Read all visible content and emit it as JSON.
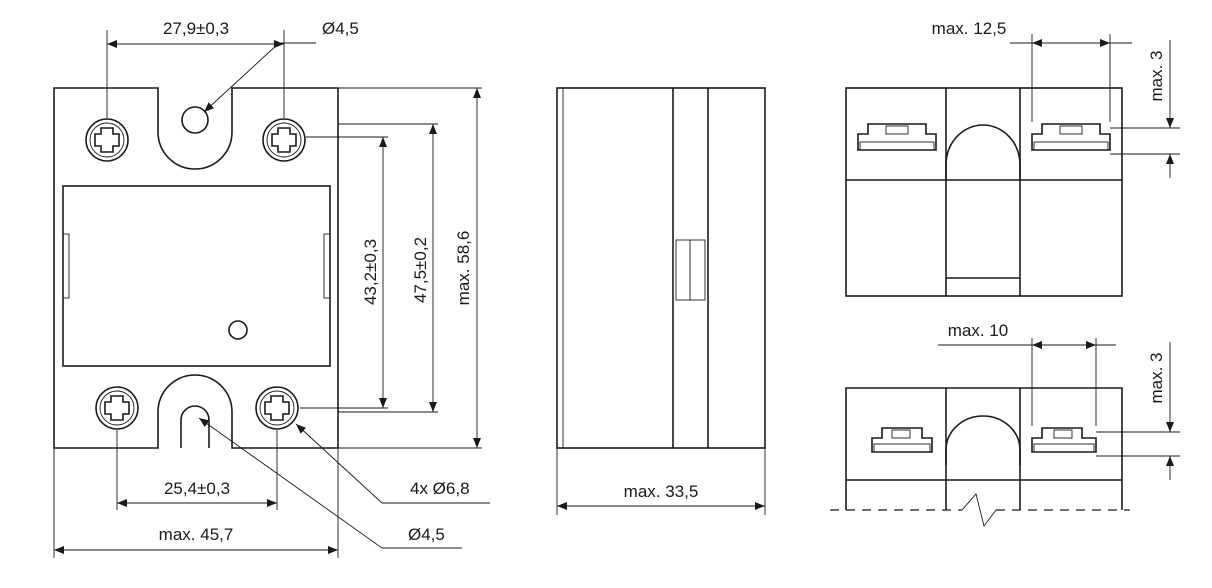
{
  "drawing": {
    "front_view": {
      "dim_hole_spacing_top": "27,9±0,3",
      "dim_top_hole_diameter": "Ø4,5",
      "dim_hole_spacing_vertical": "43,2±0,3",
      "dim_outer_vertical": "47,5±0,2",
      "dim_max_height": "max. 58,6",
      "dim_hole_spacing_bottom": "25,4±0,3",
      "dim_screw_diameter": "4x Ø6,8",
      "dim_max_width": "max. 45,7",
      "dim_bottom_slot_diameter": "Ø4,5"
    },
    "side_view": {
      "dim_max_depth": "max. 33,5"
    },
    "terminal_view_top": {
      "dim_max_width": "max. 12,5",
      "dim_max_height": "max. 3"
    },
    "terminal_view_bottom": {
      "dim_max_width": "max. 10",
      "dim_max_height": "max. 3"
    }
  }
}
